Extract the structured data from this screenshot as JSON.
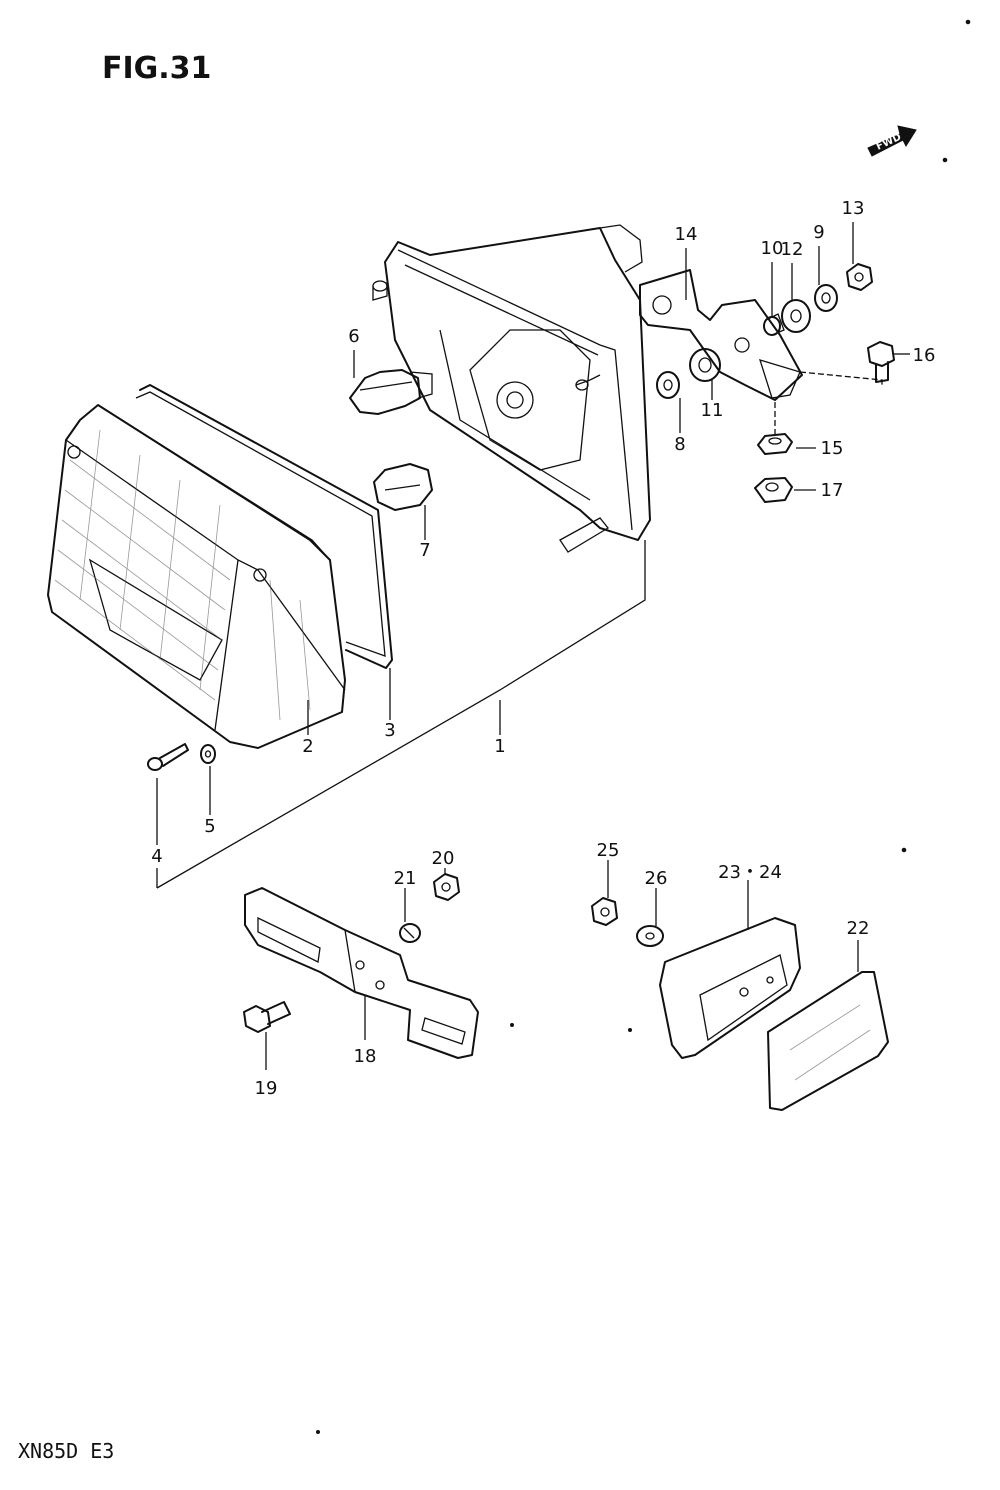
{
  "figure": {
    "title": "FIG.31",
    "model": "XN85D E3",
    "direction_label": "FWD"
  },
  "callouts": {
    "c1": "1",
    "c2": "2",
    "c3": "3",
    "c4": "4",
    "c5": "5",
    "c6": "6",
    "c7": "7",
    "c8": "8",
    "c9": "9",
    "c10": "10",
    "c11": "11",
    "c12": "12",
    "c13": "13",
    "c14": "14",
    "c15": "15",
    "c16": "16",
    "c17": "17",
    "c18": "18",
    "c19": "19",
    "c20": "20",
    "c21": "21",
    "c22": "22",
    "c23_24": "23・24",
    "c25": "25",
    "c26": "26"
  }
}
